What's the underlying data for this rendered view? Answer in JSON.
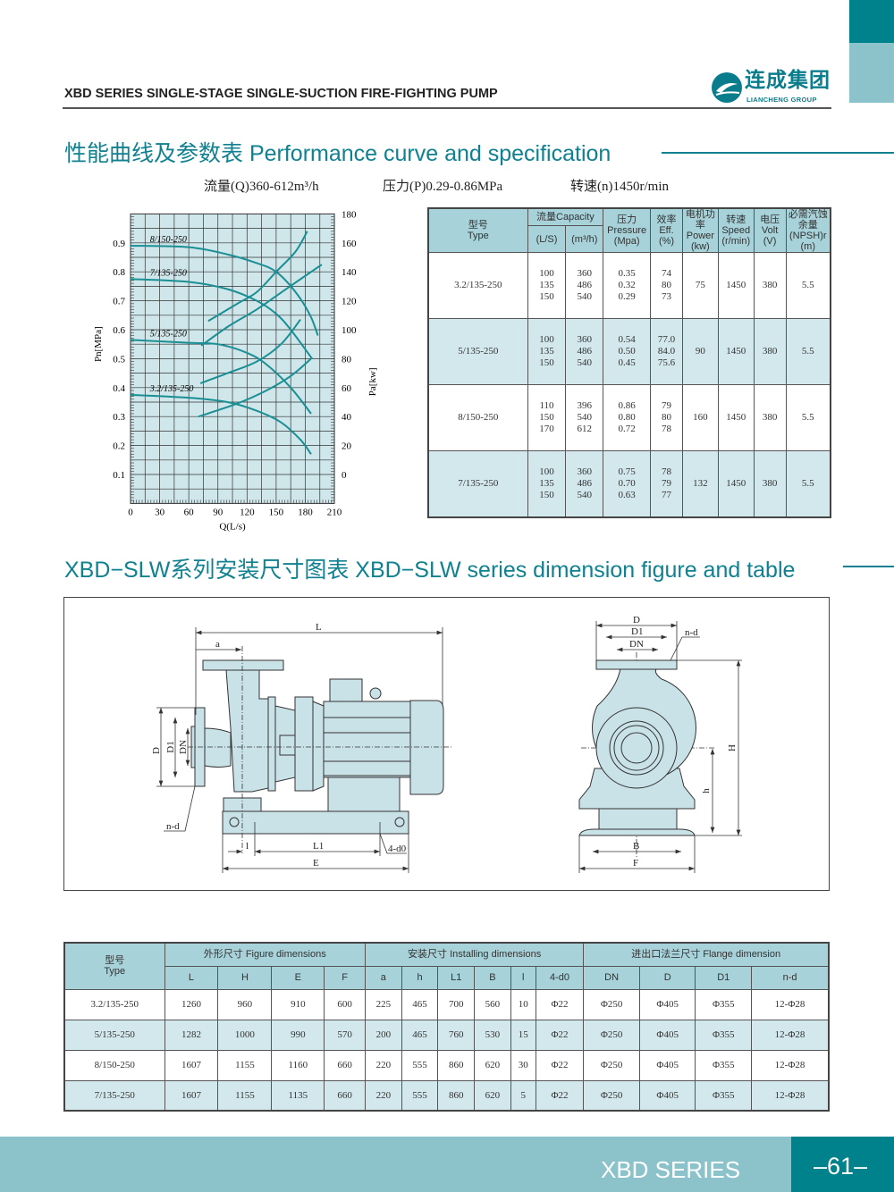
{
  "header": {
    "title": "XBD SERIES SINGLE-STAGE SINGLE-SUCTION FIRE-FIGHTING PUMP",
    "logo_cn": "连成集团",
    "logo_en": "LIANCHENG GROUP"
  },
  "section1": {
    "title": "性能曲线及参数表 Performance curve and specification",
    "flow": "流量(Q)360-612m³/h",
    "pressure": "压力(P)0.29-0.86MPa",
    "speed": "转速(n)1450r/min"
  },
  "chart_data": {
    "type": "line",
    "title": "",
    "xlabel": "Q(L/s)",
    "ylabel": "Pn[MPa]",
    "y2label": "Pa[kw]",
    "xlim": [
      0,
      210
    ],
    "ylim": [
      0,
      1.0
    ],
    "y2lim": [
      -20,
      180
    ],
    "xticks": [
      "0",
      "30",
      "60",
      "90",
      "120",
      "150",
      "180",
      "210"
    ],
    "yticks": [
      "0.1",
      "0.2",
      "0.3",
      "0.4",
      "0.5",
      "0.6",
      "0.7",
      "0.8",
      "0.9"
    ],
    "y2ticks": [
      "0",
      "20",
      "40",
      "60",
      "80",
      "100",
      "120",
      "140",
      "160",
      "180"
    ],
    "grid": true,
    "color": "#1a8f94",
    "head_series": [
      {
        "name": "8/150-250",
        "x": [
          0,
          60,
          100,
          130,
          150,
          170,
          185,
          193
        ],
        "y": [
          0.89,
          0.885,
          0.86,
          0.83,
          0.8,
          0.73,
          0.65,
          0.58
        ]
      },
      {
        "name": "7/135-250",
        "x": [
          0,
          60,
          100,
          130,
          150,
          165,
          187
        ],
        "y": [
          0.775,
          0.765,
          0.74,
          0.7,
          0.655,
          0.6,
          0.5
        ]
      },
      {
        "name": "5/135-250",
        "x": [
          0,
          60,
          90,
          120,
          140,
          165,
          186
        ],
        "y": [
          0.565,
          0.555,
          0.55,
          0.52,
          0.48,
          0.4,
          0.31
        ]
      },
      {
        "name": "3.2/135-250",
        "x": [
          0,
          60,
          100,
          130,
          155,
          175,
          186
        ],
        "y": [
          0.375,
          0.365,
          0.35,
          0.32,
          0.28,
          0.22,
          0.17
        ]
      }
    ],
    "power_series": [
      {
        "name": "8/150-250 power",
        "x": [
          80,
          110,
          130,
          150,
          170,
          182
        ],
        "y": [
          106,
          118,
          126,
          140,
          154,
          168
        ]
      },
      {
        "name": "7/135-250 power",
        "x": [
          73,
          100,
          130,
          160,
          197
        ],
        "y": [
          89,
          102,
          114,
          128,
          145
        ]
      },
      {
        "name": "5/135-250 power",
        "x": [
          72,
          100,
          130,
          155,
          175
        ],
        "y": [
          63,
          70,
          78,
          90,
          107
        ]
      },
      {
        "name": "3.2/135-250 power",
        "x": [
          70,
          110,
          140,
          165,
          186
        ],
        "y": [
          40,
          49,
          58,
          68,
          80
        ]
      }
    ]
  },
  "perf_table": {
    "h_type_cn": "型号",
    "h_type": "Type",
    "h_capacity": "流量Capacity",
    "h_ls": "(L/S)",
    "h_m3h": "(m³/h)",
    "h_pressure_cn": "压力",
    "h_pressure": "Pressure",
    "h_mpa": "(Mpa)",
    "h_eff_cn": "效率",
    "h_eff": "Eff.",
    "h_pct": "(%)",
    "h_power_cn": "电机功率",
    "h_power": "Power",
    "h_kw": "(kw)",
    "h_speed_cn": "转速",
    "h_speed": "Speed",
    "h_rmin": "(r/min)",
    "h_volt_cn": "电压",
    "h_volt": "Volt",
    "h_v": "(V)",
    "h_npsh_cn": "必需汽蚀余量",
    "h_npsh": "(NPSH)r",
    "h_m": "(m)",
    "rows": [
      {
        "type": "3.2/135-250",
        "ls": [
          "100",
          "135",
          "150"
        ],
        "m3h": [
          "360",
          "486",
          "540"
        ],
        "p": [
          "0.35",
          "0.32",
          "0.29"
        ],
        "eff": [
          "74",
          "80",
          "73"
        ],
        "power": "75",
        "speed": "1450",
        "volt": "380",
        "npsh": "5.5"
      },
      {
        "type": "5/135-250",
        "ls": [
          "100",
          "135",
          "150"
        ],
        "m3h": [
          "360",
          "486",
          "540"
        ],
        "p": [
          "0.54",
          "0.50",
          "0.45"
        ],
        "eff": [
          "77.0",
          "84.0",
          "75.6"
        ],
        "power": "90",
        "speed": "1450",
        "volt": "380",
        "npsh": "5.5"
      },
      {
        "type": "8/150-250",
        "ls": [
          "110",
          "150",
          "170"
        ],
        "m3h": [
          "396",
          "540",
          "612"
        ],
        "p": [
          "0.86",
          "0.80",
          "0.72"
        ],
        "eff": [
          "79",
          "80",
          "78"
        ],
        "power": "160",
        "speed": "1450",
        "volt": "380",
        "npsh": "5.5"
      },
      {
        "type": "7/135-250",
        "ls": [
          "100",
          "135",
          "150"
        ],
        "m3h": [
          "360",
          "486",
          "540"
        ],
        "p": [
          "0.75",
          "0.70",
          "0.63"
        ],
        "eff": [
          "78",
          "79",
          "77"
        ],
        "power": "132",
        "speed": "1450",
        "volt": "380",
        "npsh": "5.5"
      }
    ]
  },
  "section2": {
    "title": "XBD−SLW系列安装尺寸图表 XBD−SLW series dimension figure and table"
  },
  "drawing": {
    "L": "L",
    "a": "a",
    "D": "D",
    "D1": "D1",
    "DN": "DN",
    "nd": "n-d",
    "l": "l",
    "L1": "L1",
    "d0": "4-d0",
    "E": "E",
    "H": "H",
    "h": "h",
    "B": "B",
    "F": "F"
  },
  "dim_table": {
    "h_type_cn": "型号",
    "h_type": "Type",
    "h_figure": "外形尺寸 Figure dimensions",
    "h_install": "安装尺寸 Installing dimensions",
    "h_flange": "进出口法兰尺寸 Flange dimension",
    "cols": [
      "L",
      "H",
      "E",
      "F",
      "a",
      "h",
      "L1",
      "B",
      "l",
      "4-d0",
      "DN",
      "D",
      "D1",
      "n-d"
    ],
    "rows": [
      [
        "3.2/135-250",
        "1260",
        "960",
        "910",
        "600",
        "225",
        "465",
        "700",
        "560",
        "10",
        "Φ22",
        "Φ250",
        "Φ405",
        "Φ355",
        "12-Φ28"
      ],
      [
        "5/135-250",
        "1282",
        "1000",
        "990",
        "570",
        "200",
        "465",
        "760",
        "530",
        "15",
        "Φ22",
        "Φ250",
        "Φ405",
        "Φ355",
        "12-Φ28"
      ],
      [
        "8/150-250",
        "1607",
        "1155",
        "1160",
        "660",
        "220",
        "555",
        "860",
        "620",
        "30",
        "Φ22",
        "Φ250",
        "Φ405",
        "Φ355",
        "12-Φ28"
      ],
      [
        "7/135-250",
        "1607",
        "1155",
        "1135",
        "660",
        "220",
        "555",
        "860",
        "620",
        "5",
        "Φ22",
        "Φ250",
        "Φ405",
        "Φ355",
        "12-Φ28"
      ]
    ]
  },
  "footer": {
    "series": "XBD SERIES",
    "page": "–61–"
  }
}
